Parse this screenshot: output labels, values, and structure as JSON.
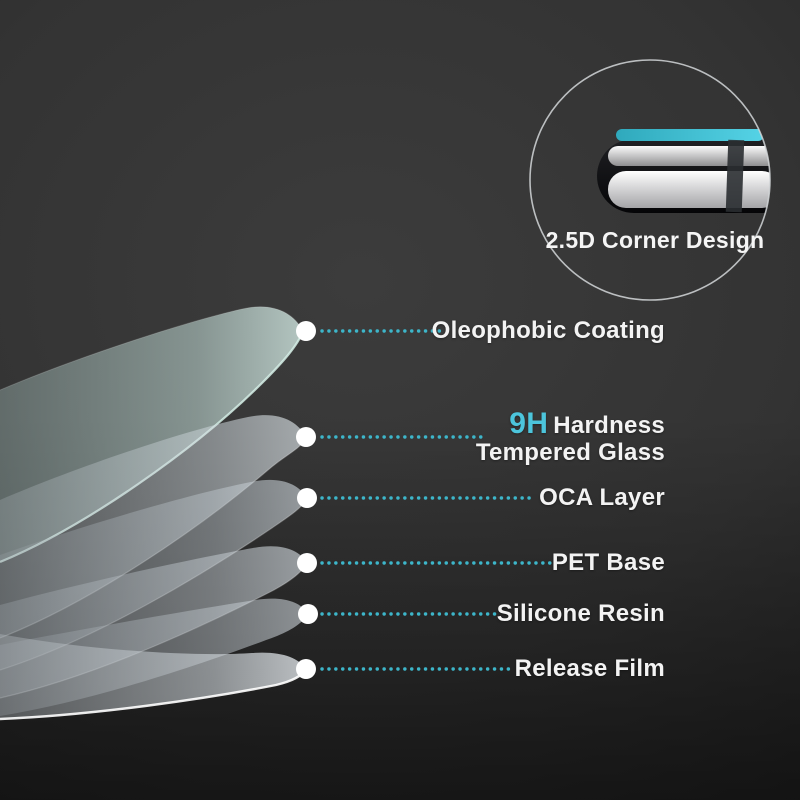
{
  "badge": {
    "label": "2.5D Corner Design"
  },
  "callouts": [
    {
      "label": "Oleophobic Coating"
    },
    {
      "highlight": "9H",
      "label": "Hardness",
      "label_line2": "Tempered Glass"
    },
    {
      "label": "OCA Layer"
    },
    {
      "label": "PET Base"
    },
    {
      "label": "Silicone Resin"
    },
    {
      "label": "Release Film"
    }
  ],
  "colors": {
    "accent_cyan": "#4cc5dc",
    "leader_dot_cyan": "#3db6ca",
    "marker_white": "#ffffff",
    "label_text": "#f3f3f3",
    "glass_teal_edge": "#d6f0e8"
  },
  "icons": [
    "marker-dot-icon",
    "dotted-leader-icon",
    "phone-edge-profile-icon"
  ]
}
